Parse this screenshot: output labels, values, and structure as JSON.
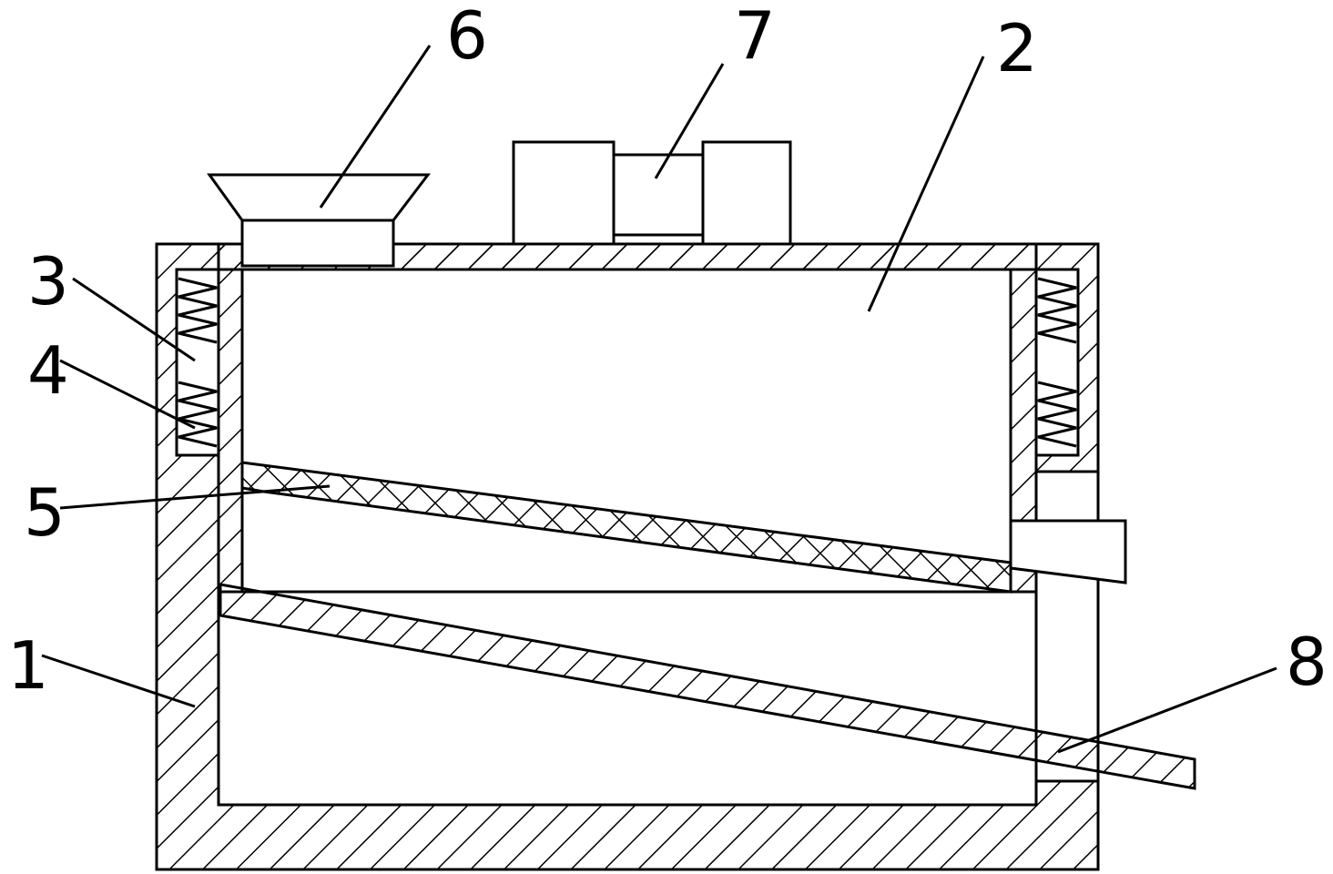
{
  "labels": {
    "l1": "1",
    "l2": "2",
    "l3": "3",
    "l4": "4",
    "l5": "5",
    "l6": "6",
    "l7": "7",
    "l8": "8"
  },
  "colors": {
    "stroke": "#000000",
    "background": "#ffffff"
  }
}
